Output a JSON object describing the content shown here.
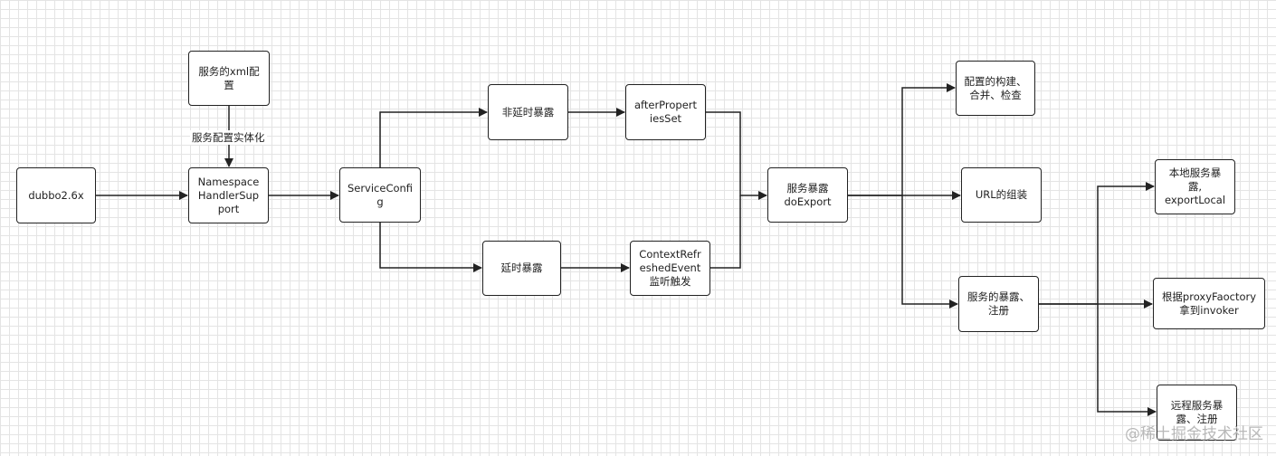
{
  "diagram": {
    "nodes": {
      "dubbo": "dubbo2.6x",
      "xml_config": "服务的xml配\n置",
      "namespace_handler": "Namespace\nHandlerSup\nport",
      "service_config": "ServiceConfi\ng",
      "non_delay_export": "非延时暴露",
      "delay_export": "延时暴露",
      "after_properties_set": "afterPropert\niesSet",
      "context_refreshed": "ContextRefr\neshedEvent\n监听触发",
      "do_export": "服务暴露\ndoExport",
      "config_build": "配置的构建、\n合并、检查",
      "url_assemble": "URL的组装",
      "export_register": "服务的暴露、\n注册",
      "export_local": "本地服务暴\n露,\nexportLocal",
      "proxy_factory": "根据proxyFaoctory\n拿到invoker",
      "remote_export": "远程服务暴\n露、注册"
    },
    "edge_labels": {
      "instantiate": "服务配置实体化"
    }
  },
  "watermark": "@稀土掘金技术社区",
  "colors": {
    "line": "#222222",
    "grid": "#e4e4e4",
    "watermark": "#b8b8b8"
  }
}
